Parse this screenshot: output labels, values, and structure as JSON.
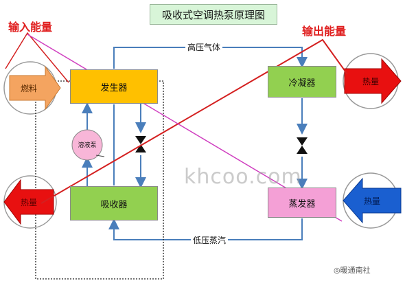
{
  "title": "吸收式空调热泵原理图",
  "labels": {
    "input_energy": "输入能量",
    "output_energy": "输出能量",
    "high_pressure_gas": "高压气体",
    "low_pressure_vapor": "低压蒸汽"
  },
  "components": {
    "generator": "发生器",
    "absorber": "吸收器",
    "condenser": "冷凝器",
    "evaporator": "蒸发器",
    "solution_pump": "溶液泵"
  },
  "arrows": {
    "fuel": "燃料",
    "heat_out_left": "热量",
    "heat_out_right": "热量",
    "heat_in_right": "热量"
  },
  "watermark": "khcoo.com",
  "weibo_mark": "◎暖通南社",
  "colors": {
    "generator": "#ffc000",
    "absorber": "#92d050",
    "condenser": "#92d050",
    "evaporator": "#f4a0d6",
    "pump": "#f8b6d8",
    "pipe": "#4a7ebb",
    "red_line": "#d42020",
    "magenta_line": "#d040c0"
  }
}
